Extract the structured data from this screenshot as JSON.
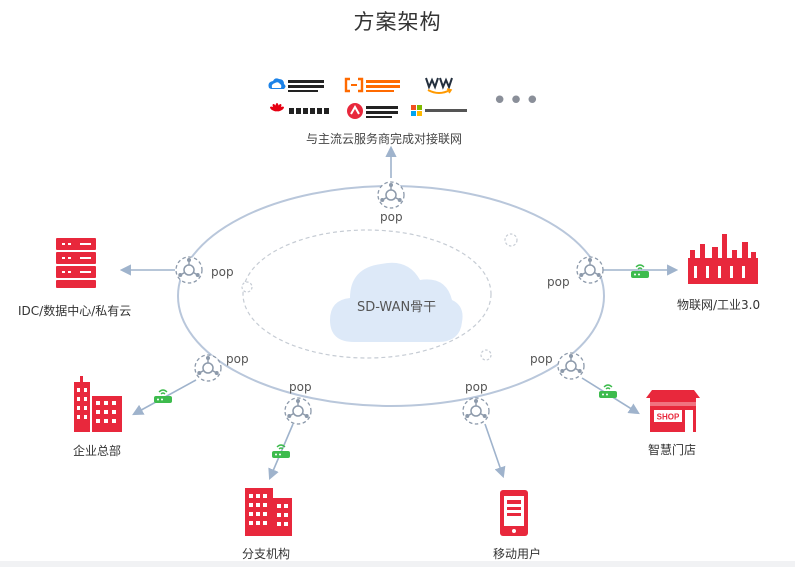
{
  "title": "方案架构",
  "core": {
    "label": "SD-WAN骨干"
  },
  "pop_label": "pop",
  "vendors": {
    "note": "与主流云服务商完成对接联网",
    "logos": [
      "腾讯云",
      "阿里云",
      "aws",
      "HUAWEI",
      "金山云",
      "Microsoft"
    ],
    "more": "•••"
  },
  "endpoints": {
    "idc": "IDC/数据中心/私有云",
    "iot": "物联网/工业3.0",
    "hq": "企业总部",
    "store": "智慧门店",
    "branch": "分支机构",
    "mobile": "移动用户"
  },
  "shop_sign": "SHOP",
  "colors": {
    "accent_red": "#e8283c",
    "router_green": "#3dbb4d",
    "line_blue": "#b9c7db",
    "arrow_blue": "#9fb3cc",
    "node_gray": "#8d9aab",
    "cloud_blue": "#dde9f8"
  },
  "icons": {
    "pop_node": "network-node-icon",
    "router": "wifi-router-icon",
    "idc": "server-rack-icon",
    "iot": "factory-icon",
    "hq": "office-building-icon",
    "store": "shop-icon",
    "branch": "branch-building-icon",
    "mobile": "mobile-phone-icon"
  }
}
